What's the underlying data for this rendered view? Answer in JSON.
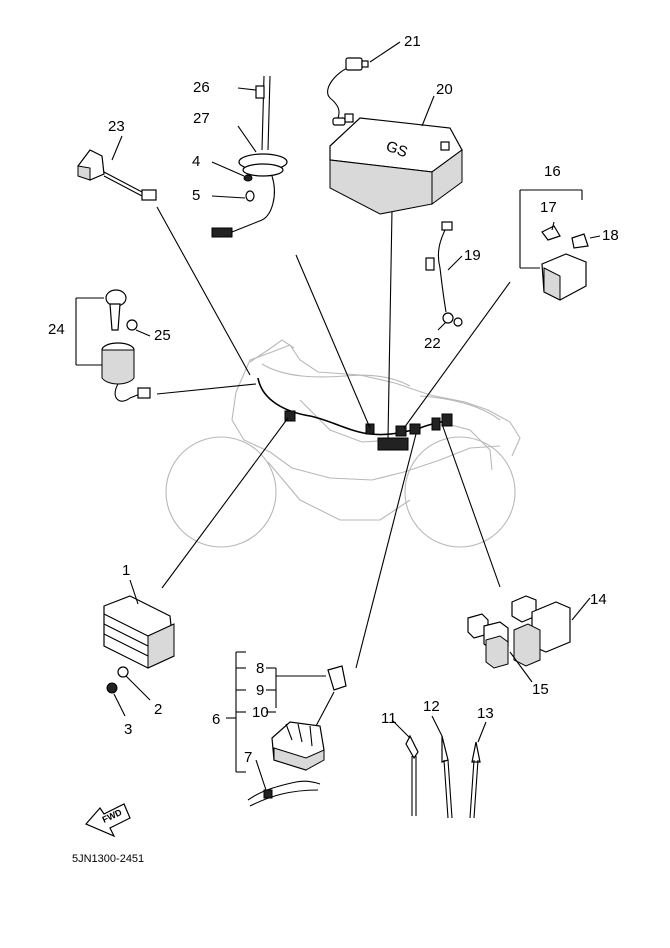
{
  "callouts": {
    "c1": "1",
    "c2": "2",
    "c3": "3",
    "c4": "4",
    "c5": "5",
    "c6": "6",
    "c7": "7",
    "c8": "8",
    "c9": "9",
    "c10": "10",
    "c11": "11",
    "c12": "12",
    "c13": "13",
    "c14": "14",
    "c15": "15",
    "c16": "16",
    "c17": "17",
    "c18": "18",
    "c19": "19",
    "c20": "20",
    "c21": "21",
    "c22": "22",
    "c23": "23",
    "c24": "24",
    "c25": "25",
    "c26": "26",
    "c27": "27"
  },
  "fwd_label": "FWD",
  "battery_label": "GS",
  "diagram_code": "5JN1300-2451"
}
